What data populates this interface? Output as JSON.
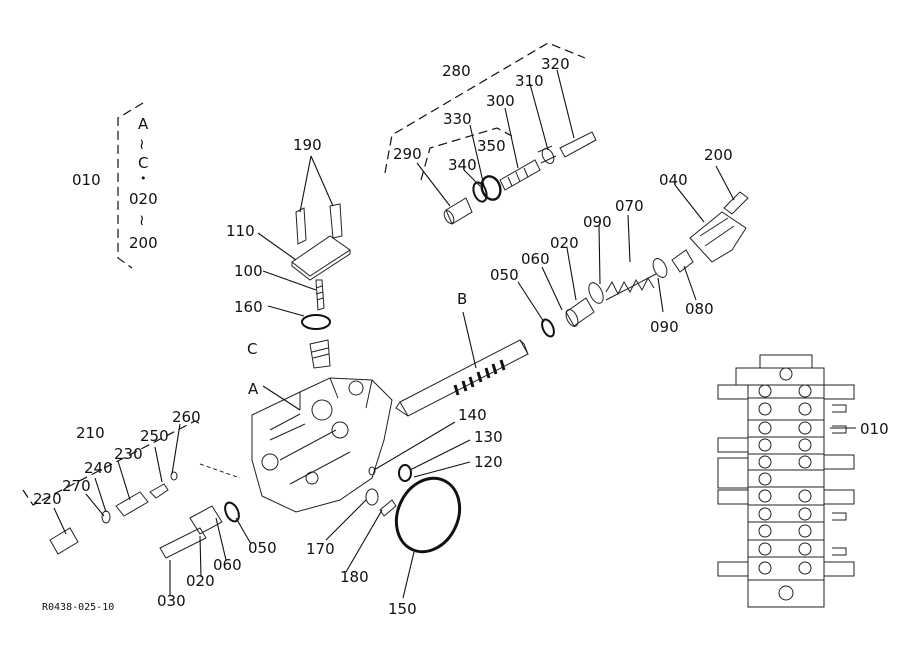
{
  "callouts": {
    "c010_left": "010",
    "c010_right": "010",
    "range_a": "A",
    "range_tilde1": "≀",
    "range_c": "C",
    "range_dot": "•",
    "range_020": "020",
    "range_tilde2": "≀",
    "range_200": "200",
    "c280": "280",
    "c320": "320",
    "c310": "310",
    "c300": "300",
    "c330": "330",
    "c350": "350",
    "c290": "290",
    "c340": "340",
    "c200": "200",
    "c040": "040",
    "c070": "070",
    "c090a": "090",
    "c020a": "020",
    "c060a": "060",
    "c050a": "050",
    "c090b": "090",
    "c080": "080",
    "cB": "B",
    "c190": "190",
    "c110": "110",
    "c100": "100",
    "c160": "160",
    "cC": "C",
    "cA": "A",
    "c140": "140",
    "c130": "130",
    "c120": "120",
    "c210": "210",
    "c260": "260",
    "c250": "250",
    "c230": "230",
    "c240": "240",
    "c270": "270",
    "c220": "220",
    "c050b": "050",
    "c060b": "060",
    "c020b": "020",
    "c030": "030",
    "c170": "170",
    "c180": "180",
    "c150": "150"
  },
  "figure_code": "R0438-025-10"
}
